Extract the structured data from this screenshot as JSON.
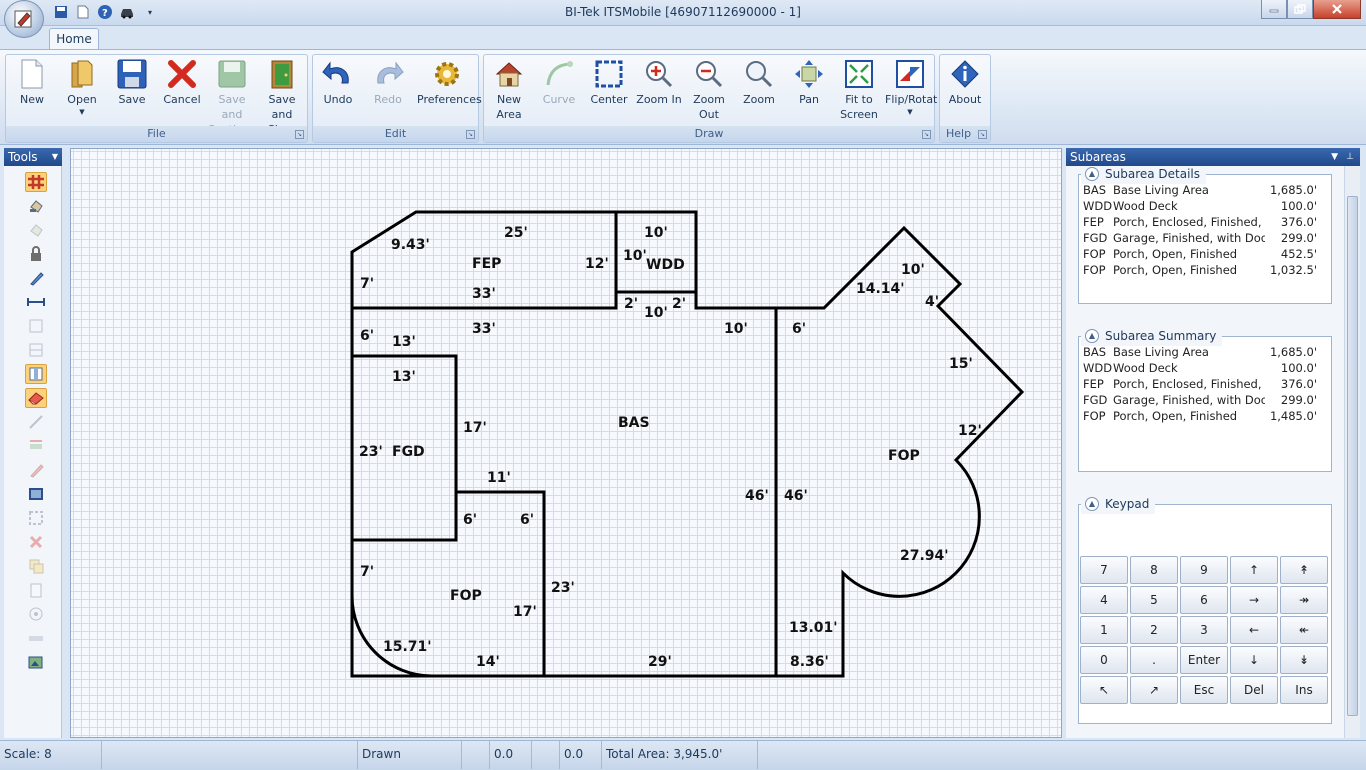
{
  "window": {
    "title": "BI-Tek ITSMobile [46907112690000 - 1]"
  },
  "ribbon": {
    "tab": "Home",
    "groups": {
      "file": {
        "label": "File",
        "buttons": {
          "new": "New",
          "open": "Open",
          "save": "Save",
          "cancel": "Cancel",
          "save_continue": "Save and Continue",
          "save_close": "Save and Close"
        }
      },
      "edit": {
        "label": "Edit",
        "buttons": {
          "undo": "Undo",
          "redo": "Redo",
          "preferences": "Preferences"
        }
      },
      "draw": {
        "label": "Draw",
        "buttons": {
          "new_area": "New Area",
          "curve": "Curve",
          "center": "Center",
          "zoom_in": "Zoom In",
          "zoom_out": "Zoom Out",
          "zoom": "Zoom",
          "pan": "Pan",
          "fit_screen": "Fit to Screen",
          "flip_rotate": "Flip/Rotat"
        }
      },
      "help": {
        "label": "Help",
        "buttons": {
          "about": "About"
        }
      }
    }
  },
  "tools": {
    "title": "Tools",
    "icons": [
      "grid-icon",
      "hand-icon",
      "copy-icon",
      "lock-icon",
      "pen-icon",
      "measure-icon",
      "square-icon",
      "square-2-icon",
      "rectangle-icon",
      "eraser-icon",
      "line-icon",
      "move-line-icon",
      "pencil-icon",
      "image-icon",
      "frame-icon",
      "delete-icon",
      "copy-area-icon",
      "paste-icon",
      "target-icon",
      "bar-icon",
      "photo-icon"
    ]
  },
  "sketch": {
    "areas": {
      "fep": "FEP",
      "wdd": "WDD",
      "bas": "BAS",
      "fgd": "FGD",
      "fop_left": "FOP",
      "fop_right": "FOP"
    },
    "dimensions": {
      "d_9_43": "9.43'",
      "d_25": "25'",
      "d_12": "12'",
      "d_7a": "7'",
      "d_33a": "33'",
      "d_10a": "10'",
      "d_10b": "10'",
      "d_2a": "2'",
      "d_2b": "2'",
      "d_10c": "10'",
      "d_6a": "6'",
      "d_13a": "13'",
      "d_33b": "33'",
      "d_10d": "10'",
      "d_6b": "6'",
      "d_13b": "13'",
      "d_17a": "17'",
      "d_23a": "23'",
      "d_11": "11'",
      "d_6c": "6'",
      "d_6d": "6'",
      "d_46a": "46'",
      "d_46b": "46'",
      "d_7b": "7'",
      "d_23b": "23'",
      "d_17b": "17'",
      "d_15_71": "15.71'",
      "d_14": "14'",
      "d_29": "29'",
      "d_13_01": "13.01'",
      "d_8_36": "8.36'",
      "d_14_14": "14.14'",
      "d_10e": "10'",
      "d_4": "4'",
      "d_15": "15'",
      "d_12b": "12'",
      "d_27_94": "27.94'"
    }
  },
  "subareas": {
    "title": "Subareas",
    "details": {
      "label": "Subarea Details",
      "rows": [
        {
          "code": "BAS",
          "desc": "Base Living Area",
          "area": "1,685.0'"
        },
        {
          "code": "WDD",
          "desc": "Wood Deck",
          "area": "100.0'"
        },
        {
          "code": "FEP",
          "desc": "Porch, Enclosed, Finished, He",
          "area": "376.0'"
        },
        {
          "code": "FGD",
          "desc": "Garage, Finished, with Door",
          "area": "299.0'"
        },
        {
          "code": "FOP",
          "desc": "Porch, Open, Finished",
          "area": "452.5'"
        },
        {
          "code": "FOP",
          "desc": "Porch, Open, Finished",
          "area": "1,032.5'"
        }
      ]
    },
    "summary": {
      "label": "Subarea Summary",
      "rows": [
        {
          "code": "BAS",
          "desc": "Base Living Area",
          "area": "1,685.0'"
        },
        {
          "code": "WDD",
          "desc": "Wood Deck",
          "area": "100.0'"
        },
        {
          "code": "FEP",
          "desc": "Porch, Enclosed, Finished, He",
          "area": "376.0'"
        },
        {
          "code": "FGD",
          "desc": "Garage, Finished, with Door",
          "area": "299.0'"
        },
        {
          "code": "FOP",
          "desc": "Porch, Open, Finished",
          "area": "1,485.0'"
        }
      ]
    },
    "keypad": {
      "label": "Keypad",
      "keys": [
        "7",
        "8",
        "9",
        "↑",
        "↟",
        "4",
        "5",
        "6",
        "→",
        "↠",
        "1",
        "2",
        "3",
        "←",
        "↞",
        "0",
        ".",
        "Enter",
        "↓",
        "↡",
        "↖",
        "↗",
        "Esc",
        "Del",
        "Ins"
      ]
    }
  },
  "status": {
    "scale": "Scale: 8",
    "blank": "",
    "state": "Drawn",
    "x": "0.0",
    "y": "0.0",
    "total_area": "Total Area: 3,945.0'"
  }
}
